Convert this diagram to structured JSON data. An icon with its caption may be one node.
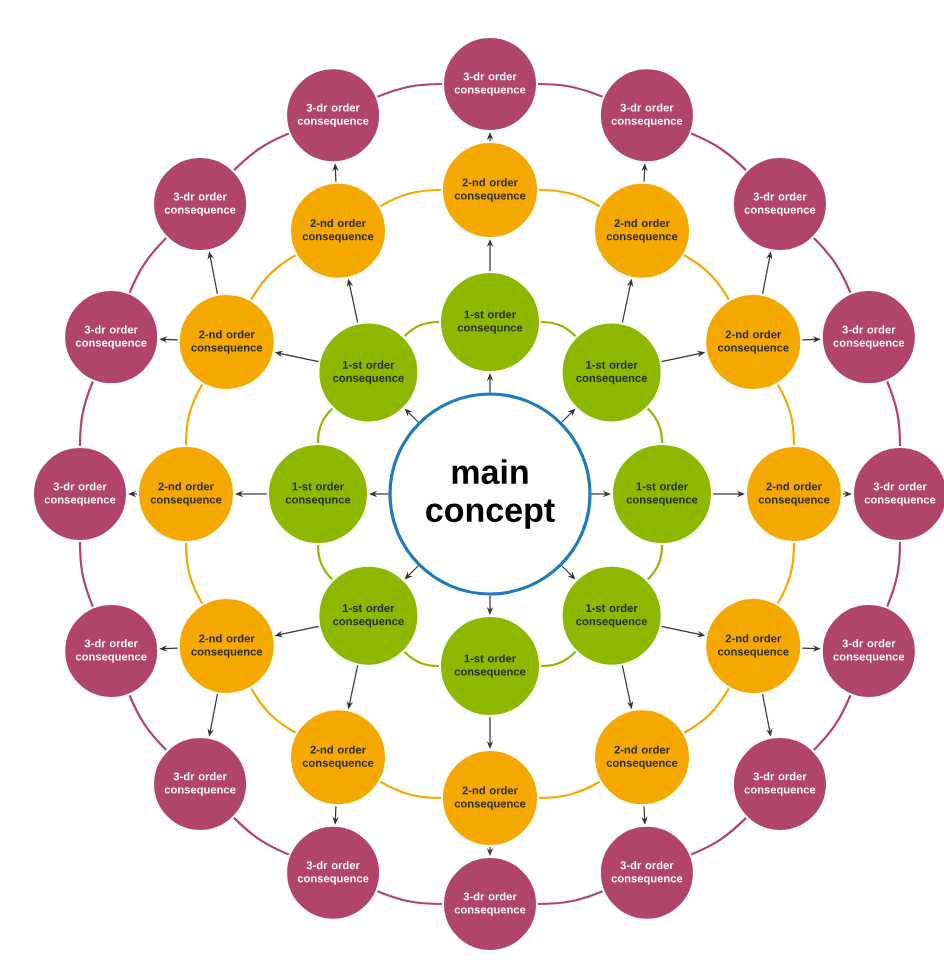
{
  "diagram": {
    "nodes": [
      {
        "text": [
          "main concept"
        ]
      },
      {
        "text": [
          "1-st order consequnce"
        ]
      },
      {
        "text": [
          "1-st order consequence"
        ]
      },
      {
        "text": [
          "1-st order consequence"
        ]
      },
      {
        "text": [
          "1-st order consequence"
        ]
      },
      {
        "text": [
          "1-st order consequence"
        ]
      },
      {
        "text": [
          "1-st order consequence"
        ]
      },
      {
        "text": [
          "1-st order consequnce"
        ]
      },
      {
        "text": [
          "1-st order consequence"
        ]
      },
      {
        "text": [
          "2-nd order consequence"
        ]
      },
      {
        "text": [
          "2-nd order consequence"
        ]
      },
      {
        "text": [
          "2-nd order consequence"
        ]
      },
      {
        "text": [
          "2-nd order consequence"
        ]
      },
      {
        "text": [
          "2-nd order consequence"
        ]
      },
      {
        "text": [
          "2-nd order consequence"
        ]
      },
      {
        "text": [
          "2-nd order consequence"
        ]
      },
      {
        "text": [
          "2-nd order consequence"
        ]
      },
      {
        "text": [
          "2-nd order consequence"
        ]
      },
      {
        "text": [
          "2-nd order consequence"
        ]
      },
      {
        "text": [
          "2-nd order consequence"
        ]
      },
      {
        "text": [
          "2-nd order consequence"
        ]
      },
      {
        "text": [
          "3-dr order consequence"
        ]
      },
      {
        "text": [
          "3-dr order consequence"
        ]
      },
      {
        "text": [
          "3-dr order consequence"
        ]
      },
      {
        "text": [
          "3-dr order consequence"
        ]
      },
      {
        "text": [
          "3-dr order consequence"
        ]
      },
      {
        "text": [
          "3-dr order consequence"
        ]
      },
      {
        "text": [
          "3-dr order consequence"
        ]
      },
      {
        "text": [
          "3-dr order consequence"
        ]
      },
      {
        "text": [
          "3-dr order consequence"
        ]
      },
      {
        "text": [
          "3-dr order consequence"
        ]
      },
      {
        "text": [
          "3-dr order consequence"
        ]
      },
      {
        "text": [
          "3-dr order consequence"
        ]
      },
      {
        "text": [
          "3-dr order consequence"
        ]
      },
      {
        "text": [
          "3-dr order consequence"
        ]
      },
      {
        "text": [
          "3-dr order consequence"
        ]
      },
      {
        "text": [
          "3-dr order consequence"
        ]
      }
    ],
    "edges": [
      {
        "from": 0,
        "to": 1,
        "arrow": "to"
      },
      {
        "from": 0,
        "to": 2,
        "arrow": "to"
      },
      {
        "from": 0,
        "to": 3,
        "arrow": "to"
      },
      {
        "from": 0,
        "to": 4,
        "arrow": "to"
      },
      {
        "from": 0,
        "to": 5,
        "arrow": "to"
      },
      {
        "from": 0,
        "to": 6,
        "arrow": "to"
      },
      {
        "from": 0,
        "to": 7,
        "arrow": "to"
      },
      {
        "from": 0,
        "to": 8,
        "arrow": "to"
      },
      {
        "from": 1,
        "to": 9,
        "arrow": "to"
      },
      {
        "from": 2,
        "to": 10,
        "arrow": "to"
      },
      {
        "from": 2,
        "to": 11,
        "arrow": "to"
      },
      {
        "from": 3,
        "to": 12,
        "arrow": "to"
      },
      {
        "from": 4,
        "to": 13,
        "arrow": "to"
      },
      {
        "from": 4,
        "to": 14,
        "arrow": "to"
      },
      {
        "from": 5,
        "to": 15,
        "arrow": "to"
      },
      {
        "from": 6,
        "to": 16,
        "arrow": "to"
      },
      {
        "from": 6,
        "to": 17,
        "arrow": "to"
      },
      {
        "from": 7,
        "to": 18,
        "arrow": "to"
      },
      {
        "from": 8,
        "to": 19,
        "arrow": "to"
      },
      {
        "from": 8,
        "to": 20,
        "arrow": "to"
      },
      {
        "from": 9,
        "to": 21,
        "arrow": "to"
      },
      {
        "from": 10,
        "to": 22,
        "arrow": "to"
      },
      {
        "from": 11,
        "to": 23,
        "arrow": "to"
      },
      {
        "from": 11,
        "to": 24,
        "arrow": "to"
      },
      {
        "from": 12,
        "to": 25,
        "arrow": "to"
      },
      {
        "from": 13,
        "to": 26,
        "arrow": "to"
      },
      {
        "from": 13,
        "to": 27,
        "arrow": "to"
      },
      {
        "from": 14,
        "to": 28,
        "arrow": "to"
      },
      {
        "from": 15,
        "to": 29,
        "arrow": "to"
      },
      {
        "from": 16,
        "to": 30,
        "arrow": "to"
      },
      {
        "from": 17,
        "to": 31,
        "arrow": "to"
      },
      {
        "from": 17,
        "to": 32,
        "arrow": "to"
      },
      {
        "from": 18,
        "to": 33,
        "arrow": "to"
      },
      {
        "from": 19,
        "to": 34,
        "arrow": "to"
      },
      {
        "from": 19,
        "to": 35,
        "arrow": "to"
      },
      {
        "from": 20,
        "to": 36,
        "arrow": "to"
      },
      {
        "from": 1,
        "to": 2,
        "arrow": "none",
        "color": "#8cb800"
      },
      {
        "from": 2,
        "to": 3,
        "arrow": "none",
        "color": "#8cb800"
      },
      {
        "from": 3,
        "to": 4,
        "arrow": "none",
        "color": "#8cb800"
      },
      {
        "from": 4,
        "to": 5,
        "arrow": "none",
        "color": "#8cb800"
      },
      {
        "from": 5,
        "to": 6,
        "arrow": "none",
        "color": "#8cb800"
      },
      {
        "from": 6,
        "to": 7,
        "arrow": "none",
        "color": "#8cb800"
      },
      {
        "from": 7,
        "to": 8,
        "arrow": "none",
        "color": "#8cb800"
      },
      {
        "from": 8,
        "to": 1,
        "arrow": "none",
        "color": "#8cb800"
      },
      {
        "from": 9,
        "to": 10,
        "arrow": "none",
        "color": "#f5a800"
      },
      {
        "from": 10,
        "to": 11,
        "arrow": "none",
        "color": "#f5a800"
      },
      {
        "from": 11,
        "to": 12,
        "arrow": "none",
        "color": "#f5a800"
      },
      {
        "from": 12,
        "to": 13,
        "arrow": "none",
        "color": "#f5a800"
      },
      {
        "from": 13,
        "to": 14,
        "arrow": "none",
        "color": "#f5a800"
      },
      {
        "from": 14,
        "to": 15,
        "arrow": "none",
        "color": "#f5a800"
      },
      {
        "from": 15,
        "to": 16,
        "arrow": "none",
        "color": "#f5a800"
      },
      {
        "from": 16,
        "to": 17,
        "arrow": "none",
        "color": "#f5a800"
      },
      {
        "from": 17,
        "to": 18,
        "arrow": "none",
        "color": "#f5a800"
      },
      {
        "from": 18,
        "to": 19,
        "arrow": "none",
        "color": "#f5a800"
      },
      {
        "from": 19,
        "to": 20,
        "arrow": "none",
        "color": "#f5a800"
      },
      {
        "from": 20,
        "to": 9,
        "arrow": "none",
        "color": "#f5a800"
      },
      {
        "from": 21,
        "to": 22,
        "arrow": "none",
        "color": "#b0446a"
      },
      {
        "from": 22,
        "to": 23,
        "arrow": "none",
        "color": "#b0446a"
      },
      {
        "from": 23,
        "to": 24,
        "arrow": "none",
        "color": "#b0446a"
      },
      {
        "from": 24,
        "to": 25,
        "arrow": "none",
        "color": "#b0446a"
      },
      {
        "from": 25,
        "to": 26,
        "arrow": "none",
        "color": "#b0446a"
      },
      {
        "from": 26,
        "to": 27,
        "arrow": "none",
        "color": "#b0446a"
      },
      {
        "from": 27,
        "to": 28,
        "arrow": "none",
        "color": "#b0446a"
      },
      {
        "from": 28,
        "to": 29,
        "arrow": "none",
        "color": "#b0446a"
      },
      {
        "from": 29,
        "to": 30,
        "arrow": "none",
        "color": "#b0446a"
      },
      {
        "from": 30,
        "to": 31,
        "arrow": "none",
        "color": "#b0446a"
      },
      {
        "from": 31,
        "to": 32,
        "arrow": "none",
        "color": "#b0446a"
      },
      {
        "from": 32,
        "to": 33,
        "arrow": "none",
        "color": "#b0446a"
      },
      {
        "from": 33,
        "to": 34,
        "arrow": "none",
        "color": "#b0446a"
      },
      {
        "from": 34,
        "to": 35,
        "arrow": "none",
        "color": "#b0446a"
      },
      {
        "from": 35,
        "to": 36,
        "arrow": "none",
        "color": "#b0446a"
      },
      {
        "from": 36,
        "to": 21,
        "arrow": "none",
        "color": "#b0446a"
      }
    ]
  }
}
